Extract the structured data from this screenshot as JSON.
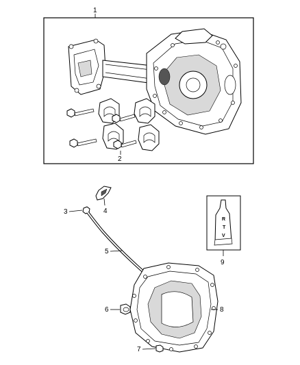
{
  "callouts": {
    "c1": "1",
    "c2": "2",
    "c3": "3",
    "c4": "4",
    "c5": "5",
    "c6": "6",
    "c7": "7",
    "c8": "8",
    "c9": "9"
  },
  "tube_label": {
    "l1": "R",
    "l2": "T",
    "l3": "V"
  },
  "icons": {
    "axle_housing": "axle-housing-icon",
    "bearing_cap": "bearing-cap-icon",
    "bolt": "bolt-icon",
    "vent_tube": "vent-tube-icon",
    "clip": "clip-icon",
    "cover": "differential-cover-icon",
    "plug": "fill-plug-icon",
    "sealant_tube": "rtv-sealant-tube-icon"
  }
}
